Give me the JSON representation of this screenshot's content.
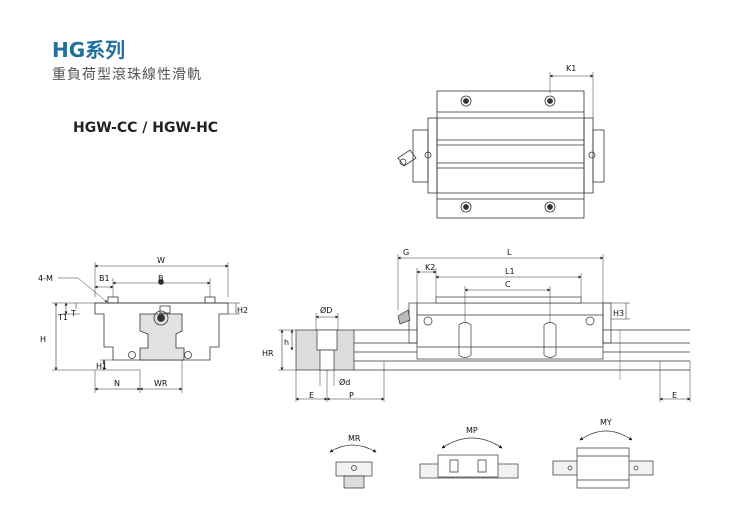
{
  "header": {
    "title": "HG系列",
    "subtitle": "重負荷型滾珠線性滑軌",
    "model": "HGW-CC / HGW-HC"
  },
  "top_view": {
    "k1": "K1"
  },
  "end_view": {
    "w": "W",
    "b": "B",
    "b1": "B1",
    "m": "4-M",
    "t": "T",
    "t1": "T1",
    "h": "H",
    "h1": "H1",
    "h2": "H2",
    "n": "N",
    "wr": "WR"
  },
  "side_view": {
    "g": "G",
    "l": "L",
    "k2": "K2",
    "l1": "L1",
    "c": "C",
    "h3": "H3",
    "phi_d_big": "ØD",
    "h_small": "h",
    "hr": "HR",
    "phi_d": "Ød",
    "e_left": "E",
    "p": "P",
    "e_right": "E"
  },
  "moments": {
    "mr": "MR",
    "mp": "MP",
    "my": "MY"
  },
  "colors": {
    "title": "#1f6f9f",
    "line": "#333333",
    "rail_fill": "#d9d9d9"
  }
}
